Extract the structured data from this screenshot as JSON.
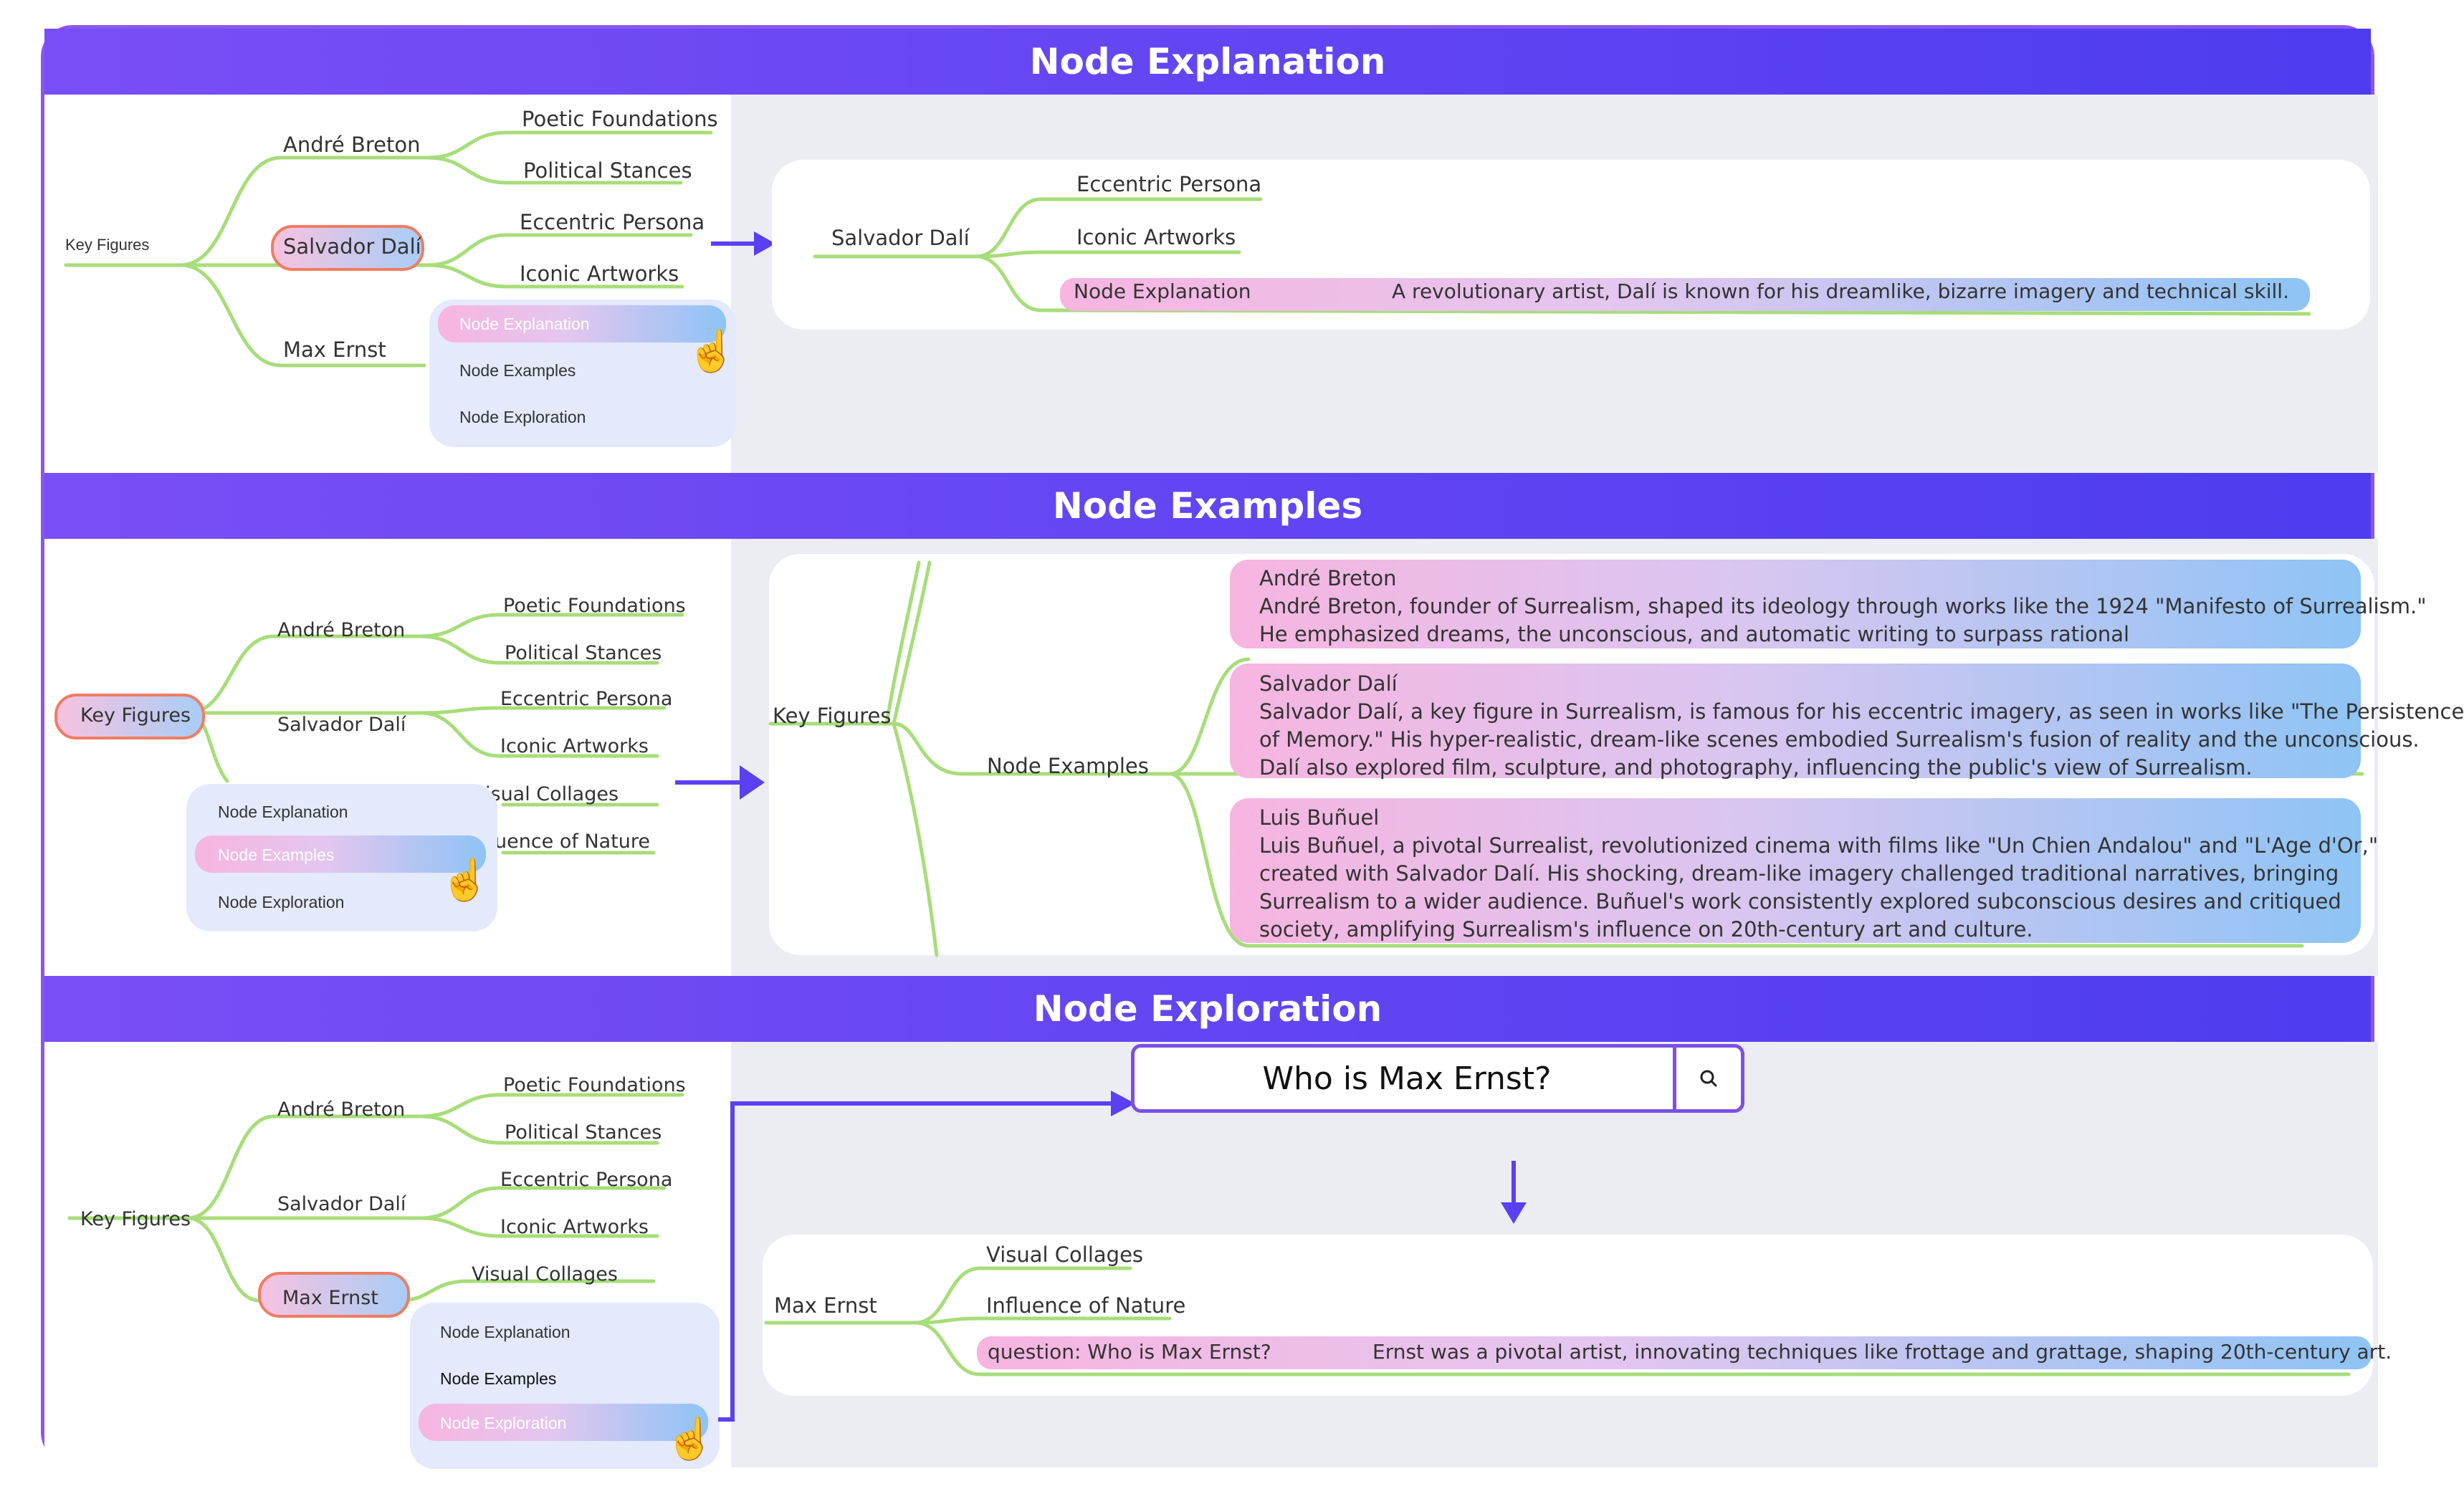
{
  "colors": {
    "accent": "#5b3ff2",
    "branch": "#a7dd7a",
    "highlight_border": "#f07c63",
    "pill_start": "#f7b5e0",
    "pill_end": "#8ec4f5"
  },
  "panels": {
    "explanation": {
      "title": "Node Explanation",
      "tree": {
        "root": "Key Figures",
        "n1": "André Breton",
        "n1a": "Poetic Foundations",
        "n1b": "Political Stances",
        "n2": "Salvador Dalí",
        "n2a": "Eccentric Persona",
        "n2b": "Iconic Artworks",
        "n3": "Max Ernst"
      },
      "menu": {
        "item1": "Node Explanation",
        "item2": "Node Examples",
        "item3": "Node Exploration"
      },
      "result": {
        "root": "Salvador Dalí",
        "c1": "Eccentric Persona",
        "c2": "Iconic Artworks",
        "label": "Node Explanation",
        "text": "A revolutionary artist, Dalí is known for his dreamlike, bizarre imagery and technical skill."
      }
    },
    "examples": {
      "title": "Node Examples",
      "tree": {
        "root": "Key Figures",
        "n1": "André Breton",
        "n1a": "Poetic Foundations",
        "n1b": "Political Stances",
        "n2": "Salvador Dalí",
        "n2a": "Eccentric Persona",
        "n2b": "Iconic Artworks",
        "n3a": "isual Collages",
        "n3b": "uence of Nature"
      },
      "menu": {
        "item1": "Node Explanation",
        "item2": "Node Examples",
        "item3": "Node Exploration"
      },
      "result": {
        "root": "Key Figures",
        "mid": "Node Examples",
        "cards": [
          {
            "name": "André Breton",
            "lines": [
              "André Breton, founder of Surrealism, shaped its ideology through works like the 1924 \"Manifesto of Surrealism.\"",
              " He emphasized dreams, the unconscious, and automatic writing to surpass rational"
            ]
          },
          {
            "name": "Salvador Dalí",
            "lines": [
              "Salvador Dalí, a key figure in Surrealism, is famous for his eccentric imagery, as seen in works like \"The Persistence",
              " of Memory.\" His hyper-realistic, dream-like scenes embodied Surrealism's fusion of reality and the unconscious.",
              "Dalí also explored film, sculpture, and photography, influencing the public's view of Surrealism."
            ]
          },
          {
            "name": "Luis Buñuel",
            "lines": [
              "Luis Buñuel, a pivotal Surrealist, revolutionized cinema with films like \"Un Chien Andalou\" and \"L'Age d'Or,\"",
              "created with Salvador Dalí. His shocking, dream-like imagery challenged traditional narratives, bringing",
              "Surrealism to a wider audience. Buñuel's work consistently explored subconscious desires and critiqued",
              " society, amplifying Surrealism's influence on 20th-century art and culture."
            ]
          }
        ]
      }
    },
    "exploration": {
      "title": "Node Exploration",
      "tree": {
        "root": "Key Figures",
        "n1": "André Breton",
        "n1a": "Poetic Foundations",
        "n1b": "Political Stances",
        "n2": "Salvador Dalí",
        "n2a": "Eccentric Persona",
        "n2b": "Iconic Artworks",
        "n3": "Max Ernst",
        "n3a": "Visual Collages"
      },
      "menu": {
        "item1": "Node Explanation",
        "item2": "Node Examples",
        "item3": "Node Exploration"
      },
      "search": {
        "query": "Who is Max Ernst?",
        "icon": "search-icon"
      },
      "result": {
        "root": "Max Ernst",
        "c1": "Visual Collages",
        "c2": "Influence of Nature",
        "label": "question: Who is Max Ernst?",
        "text": "Ernst was a pivotal artist, innovating techniques like frottage and grattage, shaping 20th-century art."
      }
    }
  }
}
